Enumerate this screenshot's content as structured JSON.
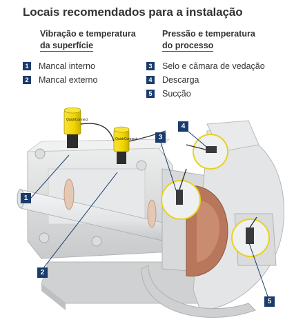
{
  "title": "Locais recomendados para a instalação",
  "columns": [
    {
      "heading_line1": "Vibração e temperatura",
      "heading_line2": "da superfície",
      "items": [
        {
          "num": "1",
          "label": "Mancal interno"
        },
        {
          "num": "2",
          "label": "Mancal externo"
        }
      ]
    },
    {
      "heading_line1": "Pressão e temperatura",
      "heading_line2": "do processo",
      "items": [
        {
          "num": "3",
          "label": "Selo e câmara de vedação"
        },
        {
          "num": "4",
          "label": "Descarga"
        },
        {
          "num": "5",
          "label": "Sucção"
        }
      ]
    }
  ],
  "callouts": [
    "1",
    "2",
    "3",
    "4",
    "5"
  ],
  "sensor_text": [
    "QuickConnect",
    "QuickConnect"
  ],
  "colors": {
    "marker_blue": "#1a3c6c",
    "sensor_yellow": "#f2d500",
    "highlight_ring": "#e8d21a",
    "pump_gray": "#d9dadb",
    "impeller_copper": "#b8765a"
  }
}
